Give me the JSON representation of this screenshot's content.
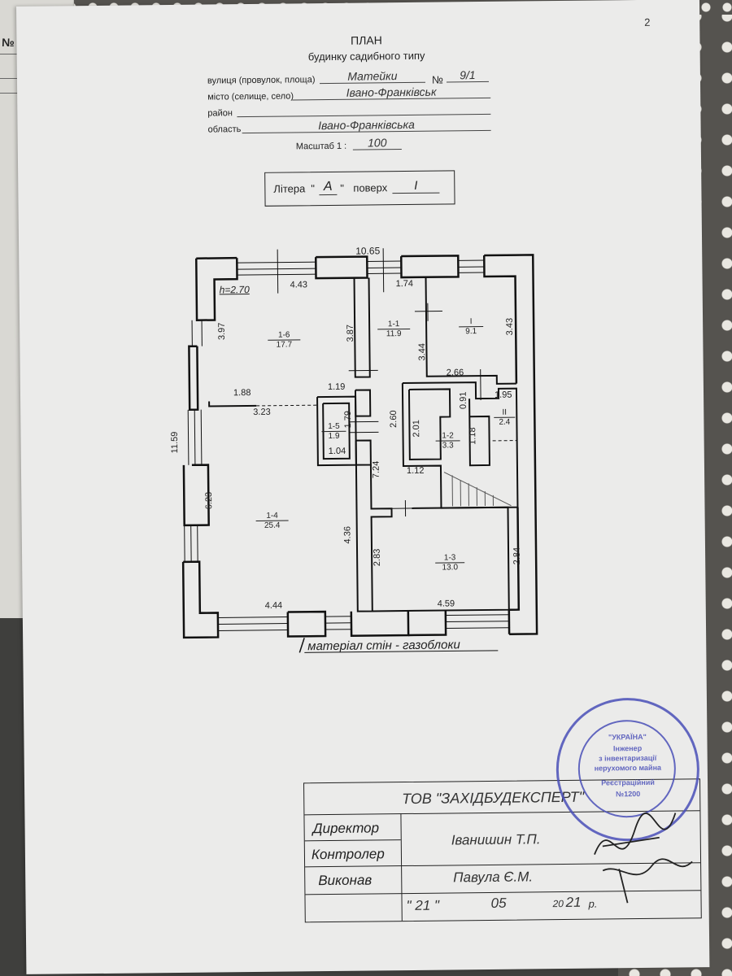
{
  "header": {
    "page_number": "2",
    "title": "ПЛАН",
    "subtitle": "будинку садибного типу",
    "underlying_tag": "№ 9/1"
  },
  "fields": {
    "street_label": "вулиця (провулок, площа)",
    "street_value": "Матейки",
    "number_label": "№",
    "number_value": "9/1",
    "city_label": "місто (селище, село)",
    "city_value": "Івано-Франківськ",
    "district_label": "район",
    "district_value": "",
    "region_label": "область",
    "region_value": "Івано-Франківська",
    "scale_label": "Масштаб 1 :",
    "scale_value": "100"
  },
  "litera": {
    "label": "Літера",
    "quote_open": "\"",
    "value": "А",
    "quote_close": "\"",
    "floor_label": "поверх",
    "floor_value": "I"
  },
  "plan": {
    "height_label": "h=2.70",
    "material_note": "матеріал стін - газоблоки",
    "dimensions": [
      "10.65",
      "4.43",
      "1.74",
      "3.97",
      "3.87",
      "3.44",
      "3.43",
      "2.66",
      "1.95",
      "1.88",
      "3.23",
      "1.19",
      "1.79",
      "2.60",
      "0.91",
      "1.04",
      "2.01",
      "1.18",
      "11.59",
      "7.24",
      "1.12",
      "6.23",
      "4.36",
      "2.83",
      "2.84",
      "4.44",
      "4.59"
    ],
    "rooms": [
      {
        "id": "1-6",
        "area": "17.7"
      },
      {
        "id": "1-1",
        "area": "11.9"
      },
      {
        "id": "I",
        "area": "9.1"
      },
      {
        "id": "II",
        "area": "2.4"
      },
      {
        "id": "1-5",
        "area": "1.9"
      },
      {
        "id": "1-2",
        "area": "3.3"
      },
      {
        "id": "1-4",
        "area": "25.4"
      },
      {
        "id": "1-3",
        "area": "13.0"
      }
    ]
  },
  "title_block": {
    "company": "ТОВ \"ЗАХІДБУДЕКСПЕРТ\"",
    "director_label": "Директор",
    "controller_label": "Контролер",
    "controller_name": "Іванишин Т.П.",
    "executor_label": "Виконав",
    "executor_name": "Павула Є.М.",
    "date_day": "\" 21 \"",
    "date_month": "05",
    "date_year_prefix": "20",
    "date_year": "21",
    "date_suffix": "р."
  },
  "seal": {
    "line1": "\"УКРАЇНА\"",
    "line2": "Інженер",
    "line3": "з інвентаризації",
    "line4": "нерухомого майна",
    "line5": "Реєстраційний",
    "line6": "№1200",
    "color": "#4a4fb8"
  }
}
